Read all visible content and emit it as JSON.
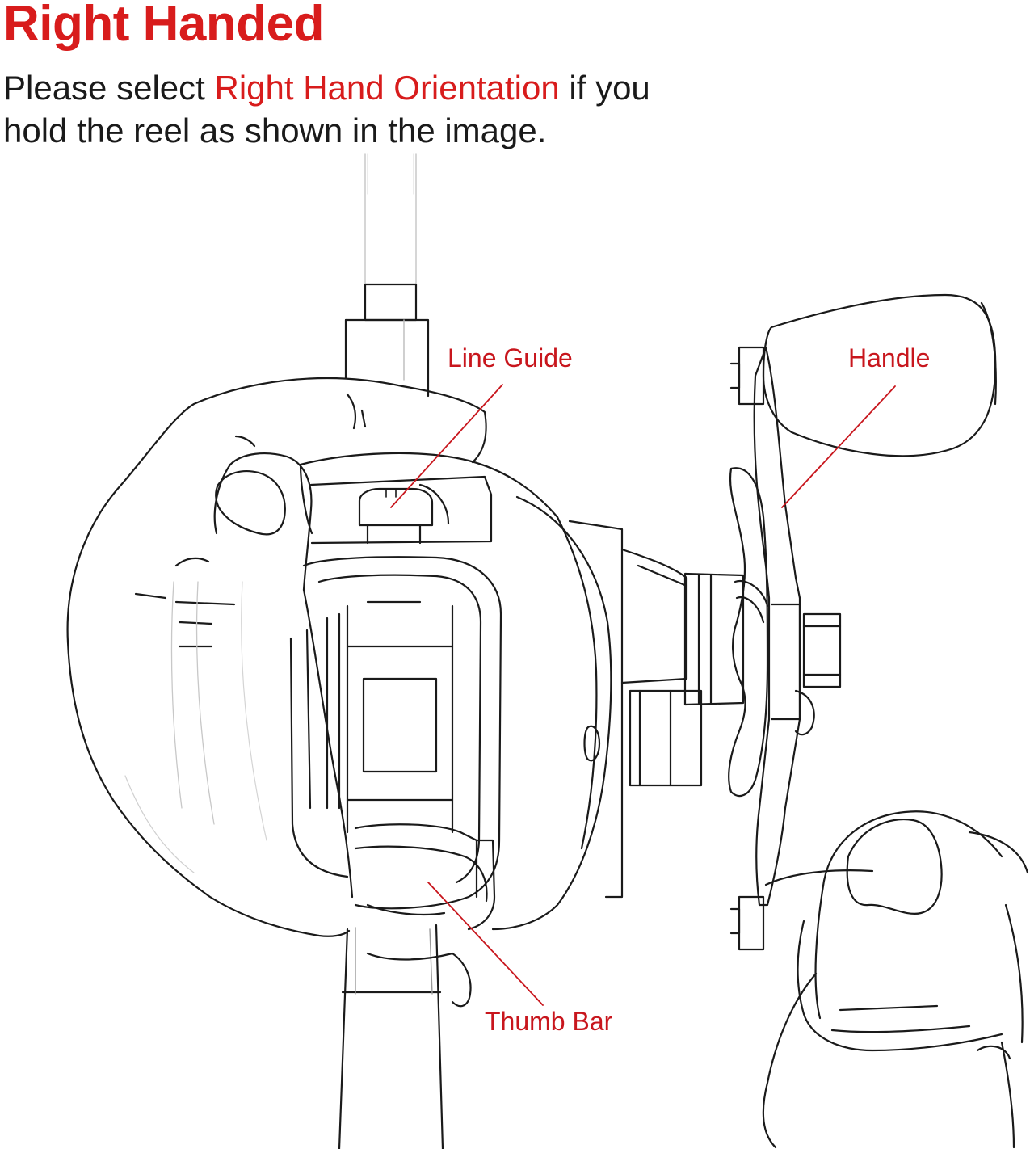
{
  "title": "Right Handed",
  "description": {
    "before": "Please select ",
    "highlight": "Right Hand Orientation",
    "after_line1": " if you",
    "line2": "hold the reel as shown in the image."
  },
  "labels": {
    "line_guide": "Line Guide",
    "handle": "Handle",
    "thumb_bar": "Thumb Bar"
  },
  "colors": {
    "accent": "#d81c1c",
    "line_art": "#1a1a1a",
    "background": "#ffffff"
  }
}
